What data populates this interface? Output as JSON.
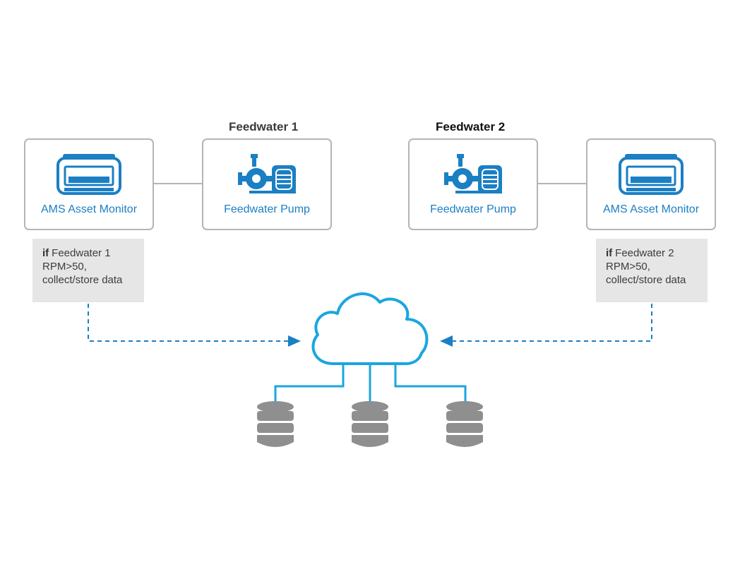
{
  "groups": {
    "left_title": "Feedwater 1",
    "right_title": "Feedwater 2"
  },
  "nodes": {
    "monitor_left_label": "AMS Asset Monitor",
    "pump_left_label": "Feedwater Pump",
    "pump_right_label": "Feedwater Pump",
    "monitor_right_label": "AMS Asset Monitor"
  },
  "conditions": {
    "left": {
      "keyword": "if",
      "line1": "Feedwater 1",
      "line2": "RPM>50,",
      "line3": "collect/store data"
    },
    "right": {
      "keyword": "if",
      "line1": "Feedwater 2",
      "line2": "RPM>50,",
      "line3": "collect/store data"
    }
  },
  "colors": {
    "accent_blue": "#1b7fc4",
    "cloud_blue": "#1aa6e0",
    "box_border": "#b5b5b5",
    "condition_bg": "#e6e6e6",
    "database_gray": "#8f8f8f"
  },
  "icons": [
    "monitor-device-icon",
    "pump-icon",
    "cloud-icon",
    "database-icon"
  ]
}
